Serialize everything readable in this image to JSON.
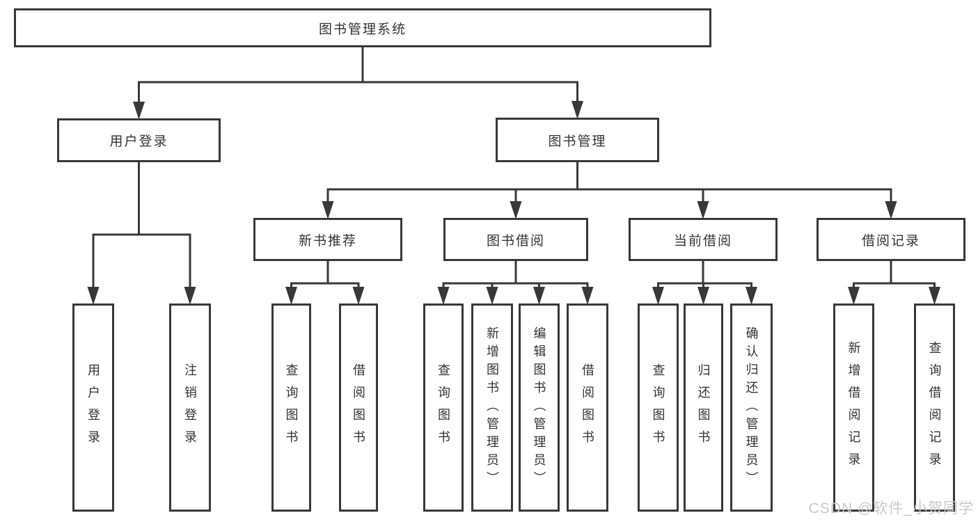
{
  "diagram": {
    "title": "图书管理系统",
    "nodes": [
      {
        "id": "library-system",
        "label": "图书管理系统",
        "parent": null,
        "orientation": "horizontal"
      },
      {
        "id": "user-login-group",
        "label": "用户登录",
        "parent": "library-system",
        "orientation": "horizontal"
      },
      {
        "id": "book-management",
        "label": "图书管理",
        "parent": "library-system",
        "orientation": "horizontal"
      },
      {
        "id": "new-book-recommend",
        "label": "新书推荐",
        "parent": "book-management",
        "orientation": "horizontal"
      },
      {
        "id": "book-borrowing",
        "label": "图书借阅",
        "parent": "book-management",
        "orientation": "horizontal"
      },
      {
        "id": "current-borrowing",
        "label": "当前借阅",
        "parent": "book-management",
        "orientation": "horizontal"
      },
      {
        "id": "borrow-records",
        "label": "借阅记录",
        "parent": "book-management",
        "orientation": "horizontal"
      },
      {
        "id": "user-login",
        "label": "用户登录",
        "parent": "user-login-group",
        "orientation": "vertical"
      },
      {
        "id": "logout",
        "label": "注销登录",
        "parent": "user-login-group",
        "orientation": "vertical"
      },
      {
        "id": "rec-query-books",
        "label": "查询图书",
        "parent": "new-book-recommend",
        "orientation": "vertical"
      },
      {
        "id": "rec-borrow-books",
        "label": "借阅图书",
        "parent": "new-book-recommend",
        "orientation": "vertical"
      },
      {
        "id": "bb-query-books",
        "label": "查询图书",
        "parent": "book-borrowing",
        "orientation": "vertical"
      },
      {
        "id": "bb-add-books",
        "label": "新增图书（管理员）",
        "parent": "book-borrowing",
        "orientation": "vertical"
      },
      {
        "id": "bb-edit-books",
        "label": "编辑图书（管理员）",
        "parent": "book-borrowing",
        "orientation": "vertical"
      },
      {
        "id": "bb-borrow-books",
        "label": "借阅图书",
        "parent": "book-borrowing",
        "orientation": "vertical"
      },
      {
        "id": "cb-query-books",
        "label": "查询图书",
        "parent": "current-borrowing",
        "orientation": "vertical"
      },
      {
        "id": "cb-return-books",
        "label": "归还图书",
        "parent": "current-borrowing",
        "orientation": "vertical"
      },
      {
        "id": "cb-confirm-return",
        "label": "确认归还（管理员）",
        "parent": "current-borrowing",
        "orientation": "vertical"
      },
      {
        "id": "br-add-record",
        "label": "新增借阅记录",
        "parent": "borrow-records",
        "orientation": "vertical"
      },
      {
        "id": "br-query-record",
        "label": "查询借阅记录",
        "parent": "borrow-records",
        "orientation": "vertical"
      }
    ],
    "watermark": "CSDN @软件_小贺同学",
    "colors": {
      "line": "#383838",
      "border": "#383838",
      "text": "#333333",
      "watermark": "#c9c9c9",
      "background": "#ffffff"
    }
  }
}
